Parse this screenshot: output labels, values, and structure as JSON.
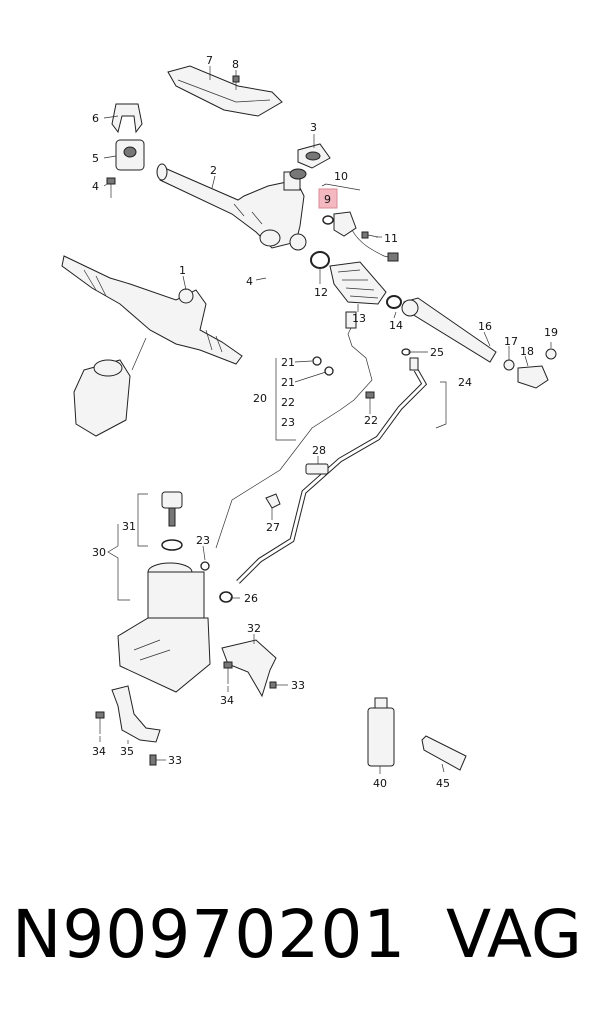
{
  "diagram": {
    "callouts": [
      "1",
      "2",
      "3",
      "4",
      "4",
      "5",
      "6",
      "7",
      "8",
      "9",
      "10",
      "11",
      "12",
      "13",
      "14",
      "16",
      "17",
      "18",
      "19",
      "20",
      "21",
      "21",
      "22",
      "22",
      "23",
      "23",
      "24",
      "25",
      "26",
      "27",
      "28",
      "30",
      "31",
      "32",
      "33",
      "33",
      "34",
      "34",
      "35",
      "40",
      "45"
    ],
    "highlighted_callout": "9",
    "highlight_color": "#f4b8c0"
  },
  "footer": {
    "part_number": "N90970201",
    "brand": "VAG"
  }
}
